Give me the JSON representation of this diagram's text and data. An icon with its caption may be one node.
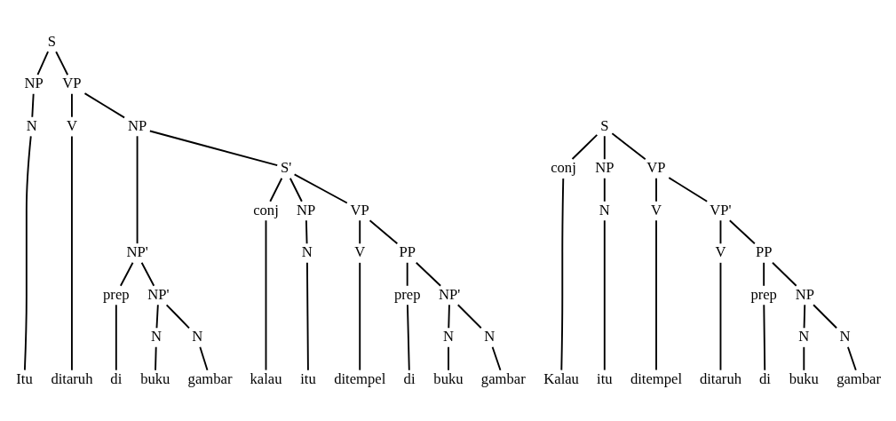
{
  "diagram": {
    "nodes": [
      {
        "text": [
          "S"
        ]
      },
      {
        "text": [
          "NP"
        ]
      },
      {
        "text": [
          "N"
        ]
      },
      {
        "text": [
          "Itu"
        ]
      },
      {
        "text": [
          "VP"
        ]
      },
      {
        "text": [
          "V"
        ]
      },
      {
        "text": [
          "ditaruh"
        ]
      },
      {
        "text": [
          "NP"
        ]
      },
      {
        "text": [
          "NP'"
        ]
      },
      {
        "text": [
          "prep"
        ]
      },
      {
        "text": [
          "di"
        ]
      },
      {
        "text": [
          "NP'"
        ]
      },
      {
        "text": [
          "N"
        ]
      },
      {
        "text": [
          "buku"
        ]
      },
      {
        "text": [
          "N"
        ]
      },
      {
        "text": [
          "gambar"
        ]
      },
      {
        "text": [
          "S'"
        ]
      },
      {
        "text": [
          "conj"
        ]
      },
      {
        "text": [
          "kalau"
        ]
      },
      {
        "text": [
          "NP"
        ]
      },
      {
        "text": [
          "N"
        ]
      },
      {
        "text": [
          "itu"
        ]
      },
      {
        "text": [
          "VP"
        ]
      },
      {
        "text": [
          "V"
        ]
      },
      {
        "text": [
          "ditempel"
        ]
      },
      {
        "text": [
          "PP"
        ]
      },
      {
        "text": [
          "prep"
        ]
      },
      {
        "text": [
          "di"
        ]
      },
      {
        "text": [
          "NP'"
        ]
      },
      {
        "text": [
          "N"
        ]
      },
      {
        "text": [
          "buku"
        ]
      },
      {
        "text": [
          "N"
        ]
      },
      {
        "text": [
          "gambar"
        ]
      },
      {
        "text": [
          "S"
        ]
      },
      {
        "text": [
          "conj"
        ]
      },
      {
        "text": [
          "Kalau"
        ]
      },
      {
        "text": [
          "NP"
        ]
      },
      {
        "text": [
          "N"
        ]
      },
      {
        "text": [
          "itu"
        ]
      },
      {
        "text": [
          "VP"
        ]
      },
      {
        "text": [
          "V"
        ]
      },
      {
        "text": [
          "ditempel"
        ]
      },
      {
        "text": [
          "VP'"
        ]
      },
      {
        "text": [
          "V"
        ]
      },
      {
        "text": [
          "ditaruh"
        ]
      },
      {
        "text": [
          "PP"
        ]
      },
      {
        "text": [
          "prep"
        ]
      },
      {
        "text": [
          "di"
        ]
      },
      {
        "text": [
          "NP"
        ]
      },
      {
        "text": [
          "N"
        ]
      },
      {
        "text": [
          "buku"
        ]
      },
      {
        "text": [
          "N"
        ]
      },
      {
        "text": [
          "gambar"
        ]
      }
    ],
    "edges": [
      {
        "from": 0,
        "to": 1,
        "arrow": "none"
      },
      {
        "from": 0,
        "to": 4,
        "arrow": "none"
      },
      {
        "from": 1,
        "to": 2,
        "arrow": "none"
      },
      {
        "from": 2,
        "to": 3,
        "arrow": "none"
      },
      {
        "from": 4,
        "to": 5,
        "arrow": "none"
      },
      {
        "from": 4,
        "to": 7,
        "arrow": "none"
      },
      {
        "from": 5,
        "to": 6,
        "arrow": "none"
      },
      {
        "from": 7,
        "to": 8,
        "arrow": "none"
      },
      {
        "from": 7,
        "to": 16,
        "arrow": "none"
      },
      {
        "from": 8,
        "to": 9,
        "arrow": "none"
      },
      {
        "from": 8,
        "to": 11,
        "arrow": "none"
      },
      {
        "from": 9,
        "to": 10,
        "arrow": "none"
      },
      {
        "from": 11,
        "to": 12,
        "arrow": "none"
      },
      {
        "from": 11,
        "to": 14,
        "arrow": "none"
      },
      {
        "from": 12,
        "to": 13,
        "arrow": "none"
      },
      {
        "from": 14,
        "to": 15,
        "arrow": "none"
      },
      {
        "from": 16,
        "to": 17,
        "arrow": "none"
      },
      {
        "from": 16,
        "to": 19,
        "arrow": "none"
      },
      {
        "from": 16,
        "to": 22,
        "arrow": "none"
      },
      {
        "from": 17,
        "to": 18,
        "arrow": "none"
      },
      {
        "from": 19,
        "to": 20,
        "arrow": "none"
      },
      {
        "from": 20,
        "to": 21,
        "arrow": "none"
      },
      {
        "from": 22,
        "to": 23,
        "arrow": "none"
      },
      {
        "from": 22,
        "to": 25,
        "arrow": "none"
      },
      {
        "from": 23,
        "to": 24,
        "arrow": "none"
      },
      {
        "from": 25,
        "to": 26,
        "arrow": "none"
      },
      {
        "from": 25,
        "to": 28,
        "arrow": "none"
      },
      {
        "from": 26,
        "to": 27,
        "arrow": "none"
      },
      {
        "from": 28,
        "to": 29,
        "arrow": "none"
      },
      {
        "from": 28,
        "to": 31,
        "arrow": "none"
      },
      {
        "from": 29,
        "to": 30,
        "arrow": "none"
      },
      {
        "from": 31,
        "to": 32,
        "arrow": "none"
      },
      {
        "from": 33,
        "to": 34,
        "arrow": "none"
      },
      {
        "from": 33,
        "to": 36,
        "arrow": "none"
      },
      {
        "from": 33,
        "to": 39,
        "arrow": "none"
      },
      {
        "from": 34,
        "to": 35,
        "arrow": "none"
      },
      {
        "from": 36,
        "to": 37,
        "arrow": "none"
      },
      {
        "from": 37,
        "to": 38,
        "arrow": "none"
      },
      {
        "from": 39,
        "to": 40,
        "arrow": "none"
      },
      {
        "from": 39,
        "to": 42,
        "arrow": "none"
      },
      {
        "from": 40,
        "to": 41,
        "arrow": "none"
      },
      {
        "from": 42,
        "to": 43,
        "arrow": "none"
      },
      {
        "from": 42,
        "to": 45,
        "arrow": "none"
      },
      {
        "from": 43,
        "to": 44,
        "arrow": "none"
      },
      {
        "from": 45,
        "to": 46,
        "arrow": "none"
      },
      {
        "from": 45,
        "to": 48,
        "arrow": "none"
      },
      {
        "from": 46,
        "to": 47,
        "arrow": "none"
      },
      {
        "from": 48,
        "to": 49,
        "arrow": "none"
      },
      {
        "from": 48,
        "to": 51,
        "arrow": "none"
      },
      {
        "from": 49,
        "to": 50,
        "arrow": "none"
      },
      {
        "from": 51,
        "to": 52,
        "arrow": "none"
      }
    ]
  }
}
